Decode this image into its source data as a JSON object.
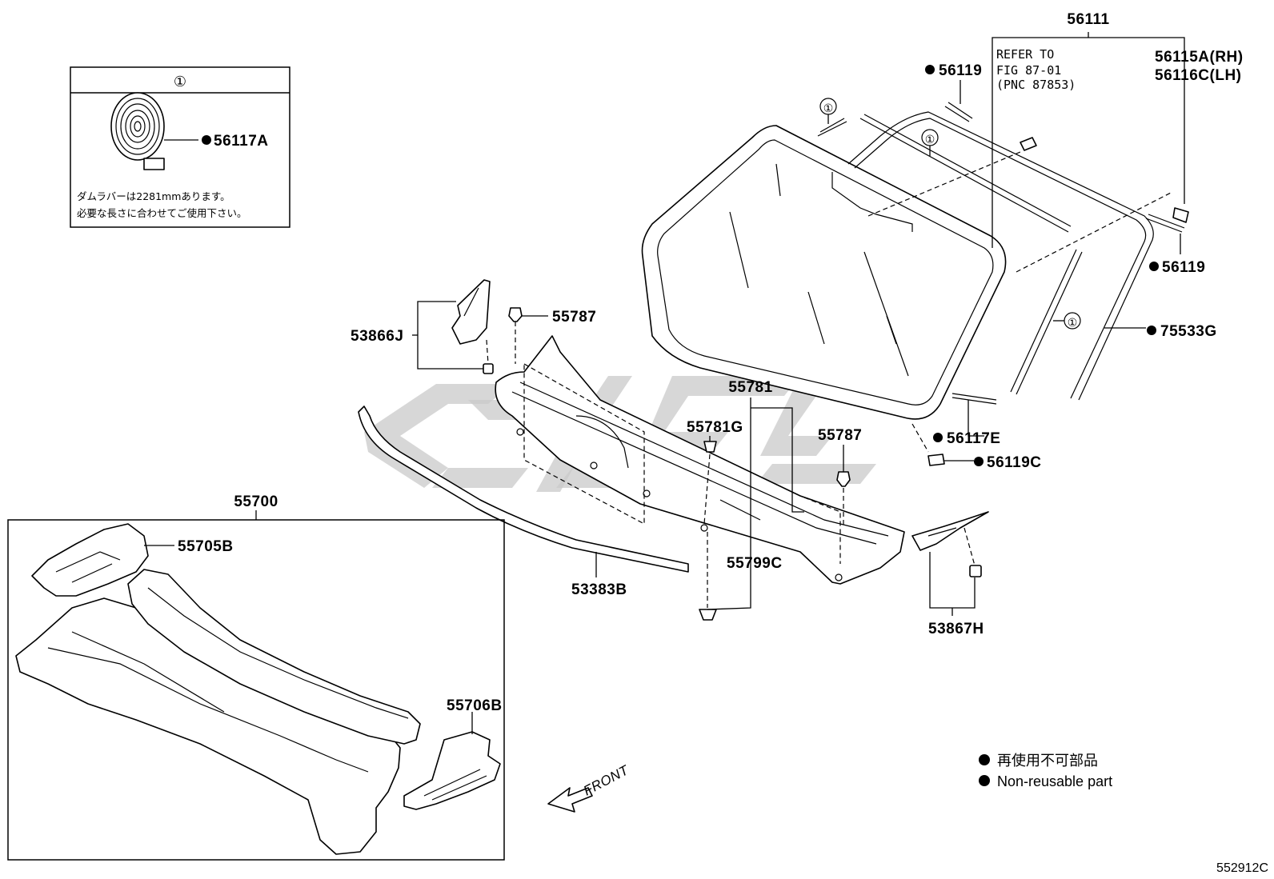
{
  "diagram_id": "552912C",
  "inset": {
    "circle_marker": "①",
    "part": "56117A",
    "note_line1": "ダムラバーは2281mmあります。",
    "note_line2": "必要な長さに合わせてご使用下さい。"
  },
  "labels": {
    "p56111": "56111",
    "refer_line1": "REFER TO",
    "refer_line2": "FIG 87-01",
    "refer_line3": "(PNC 87853)",
    "p56115A": "56115A(RH)",
    "p56116C": "56116C(LH)",
    "p56119_top": "56119",
    "p56119_right": "56119",
    "p75533G": "75533G",
    "p56117E": "56117E",
    "p56119C": "56119C",
    "p53866J": "53866J",
    "p55787_left": "55787",
    "p55787_right": "55787",
    "p55781": "55781",
    "p55781G": "55781G",
    "p55799C": "55799C",
    "p53383B": "53383B",
    "p53867H": "53867H",
    "p55700": "55700",
    "p55705B": "55705B",
    "p55706B": "55706B",
    "circle_1": "①",
    "front": "FRONT"
  },
  "legend": {
    "jp": "再使用不可部品",
    "en": "Non-reusable part"
  },
  "colors": {
    "line": "#000000",
    "watermark": "#c9c9c9",
    "background": "#ffffff"
  }
}
